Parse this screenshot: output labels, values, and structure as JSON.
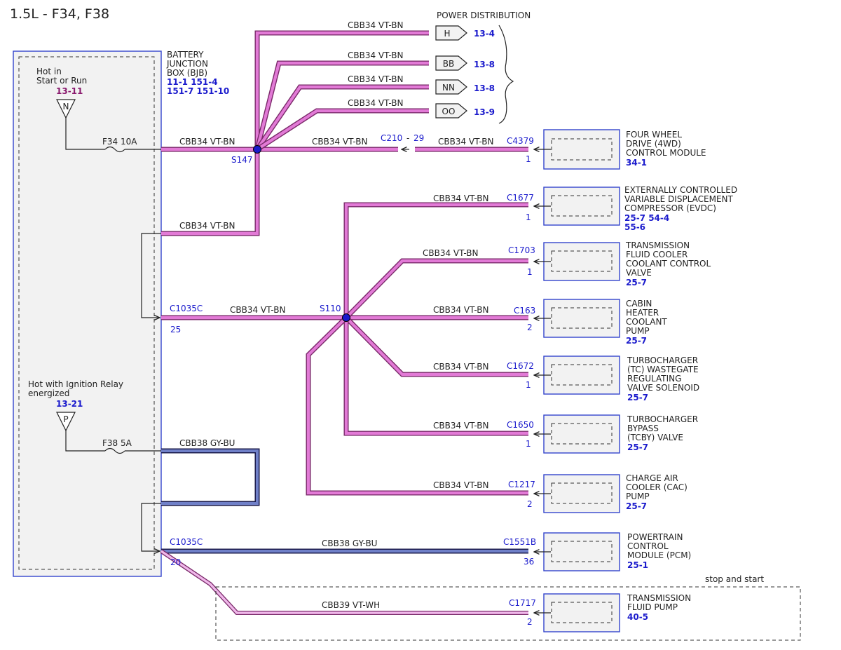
{
  "title": "1.5L - F34, F38",
  "bjb": {
    "name_lines": [
      "BATTERY",
      "JUNCTION",
      "BOX (BJB)"
    ],
    "refs_line1": "11-1  151-4",
    "refs_line2": "151-7  151-10"
  },
  "hot_in": {
    "lines": [
      "Hot in",
      "Start or Run"
    ],
    "ref": "13-11",
    "symbol": "N"
  },
  "hot_ign": {
    "lines": [
      "Hot with Ignition Relay",
      "energized"
    ],
    "ref": "13-21",
    "symbol": "P"
  },
  "fuses": {
    "f34": "F34  10A",
    "f38": "F38  5A"
  },
  "power_distribution": {
    "label": "POWER DISTRIBUTION",
    "items": [
      {
        "tag": "H",
        "ref": "13-4"
      },
      {
        "tag": "BB",
        "ref": "13-8"
      },
      {
        "tag": "NN",
        "ref": "13-8"
      },
      {
        "tag": "OO",
        "ref": "13-9"
      }
    ]
  },
  "wires": {
    "cbb34": "CBB34  VT-BN",
    "cbb38": "CBB38  GY-BU",
    "cbb39": "CBB39  VT-WH"
  },
  "splices": {
    "s147": "S147",
    "s110": "S110"
  },
  "inline": {
    "c210_a": "C210",
    "c210_dash": "-",
    "c210_b": "29"
  },
  "bjb_connectors": {
    "top": {
      "name": "C1035C",
      "pin": "25"
    },
    "bottom": {
      "name": "C1035C",
      "pin": "20"
    }
  },
  "stop_start_label": "stop and start",
  "modules": [
    {
      "connector": "C4379",
      "pin": "1",
      "name_lines": [
        "FOUR WHEEL",
        "DRIVE (4WD)",
        "CONTROL MODULE"
      ],
      "refs": [
        "34-1"
      ]
    },
    {
      "connector": "C1677",
      "pin": "1",
      "name_lines": [
        "EXTERNALLY CONTROLLED",
        "VARIABLE DISPLACEMENT",
        "COMPRESSOR (EVDC)"
      ],
      "refs": [
        "25-7  54-4",
        "55-6"
      ]
    },
    {
      "connector": "C1703",
      "pin": "1",
      "name_lines": [
        "TRANSMISSION",
        "FLUID COOLER",
        "COOLANT CONTROL",
        "VALVE"
      ],
      "refs": [
        "25-7"
      ]
    },
    {
      "connector": "C163",
      "pin": "2",
      "name_lines": [
        "CABIN",
        "HEATER",
        "COOLANT",
        "PUMP"
      ],
      "refs": [
        "25-7"
      ]
    },
    {
      "connector": "C1672",
      "pin": "1",
      "name_lines": [
        "TURBOCHARGER",
        "(TC) WASTEGATE",
        "REGULATING",
        "VALVE SOLENOID"
      ],
      "refs": [
        "25-7"
      ]
    },
    {
      "connector": "C1650",
      "pin": "1",
      "name_lines": [
        "TURBOCHARGER",
        "BYPASS",
        "(TCBY) VALVE"
      ],
      "refs": [
        "25-7"
      ]
    },
    {
      "connector": "C1217",
      "pin": "2",
      "name_lines": [
        "CHARGE AIR",
        "COOLER (CAC)",
        "PUMP"
      ],
      "refs": [
        "25-7"
      ]
    },
    {
      "connector": "C1551B",
      "pin": "36",
      "name_lines": [
        "POWERTRAIN",
        "CONTROL",
        "MODULE (PCM)"
      ],
      "refs": [
        "25-1"
      ]
    },
    {
      "connector": "C1717",
      "pin": "2",
      "name_lines": [
        "TRANSMISSION",
        "FLUID PUMP"
      ],
      "refs": [
        "40-5"
      ]
    }
  ],
  "colors": {
    "vt_bn": "#e27ad6",
    "vt_bn_edge": "#7a2a6a",
    "gy_bu": "#4a5aa8",
    "vt_wh": "#f0b8ea",
    "connector_blue": "#1a1acc",
    "ref_purple": "#8a1a6e"
  }
}
